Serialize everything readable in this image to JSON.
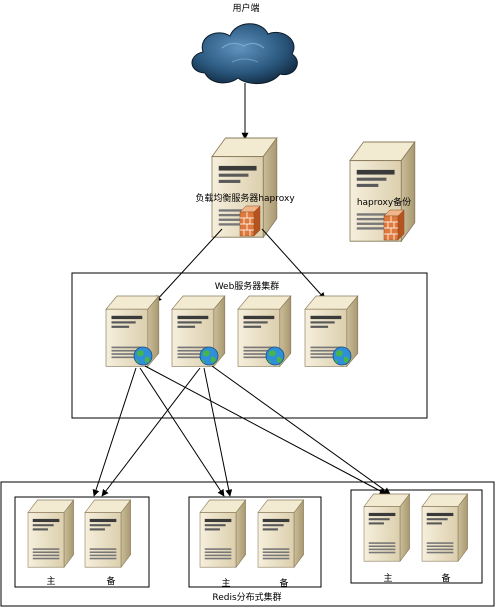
{
  "labels": {
    "client": "用户端",
    "load_balancer": "负载均衡服务器haproxy",
    "backup": "haproxy备份",
    "web_cluster": "Web服务器集群",
    "redis_cluster": "Redis分布式集群",
    "master": "主",
    "slave": "备"
  },
  "colors": {
    "cloud": "#2f5f86",
    "server_body": "#e9dec3",
    "firewall": "#e07a3c",
    "globe": "#2f8fd8",
    "globe_land": "#46b64a"
  },
  "icons": [
    "cloud-icon",
    "server-icon",
    "firewall-icon",
    "globe-icon"
  ]
}
